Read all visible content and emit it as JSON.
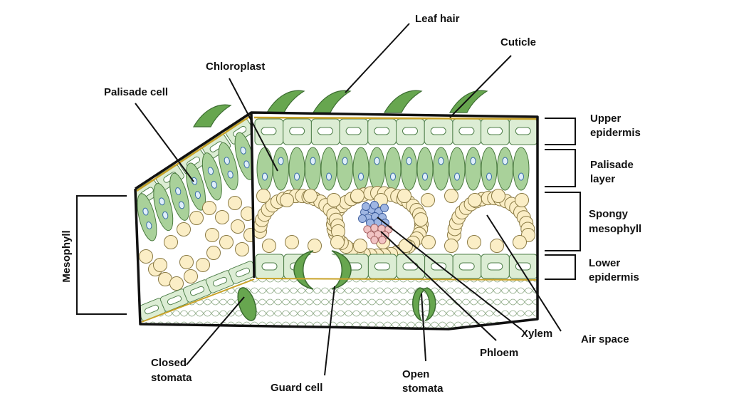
{
  "labels": {
    "leaf_hair": "Leaf hair",
    "cuticle": "Cuticle",
    "chloroplast": "Chloroplast",
    "palisade_cell": "Palisade cell",
    "upper_epidermis": [
      "Upper",
      "epidermis"
    ],
    "palisade_layer": [
      "Palisade",
      "layer"
    ],
    "spongy_mesophyll": [
      "Spongy",
      "mesophyll"
    ],
    "lower_epidermis": [
      "Lower",
      "epidermis"
    ],
    "mesophyll": "Mesophyll",
    "xylem": "Xylem",
    "air_space": "Air space",
    "phloem": "Phloem",
    "closed_stomata": [
      "Closed",
      "stomata"
    ],
    "guard_cell": "Guard cell",
    "open_stomata": [
      "Open",
      "stomata"
    ]
  },
  "colors": {
    "epidermis_fill": "#dcedd4",
    "epidermis_stroke": "#4f7f4a",
    "palisade_fill": "#a9d19a",
    "spongy_fill": "#fbeec6",
    "xylem_fill": "#9fb6e3",
    "phloem_fill": "#f1c3c3",
    "guard_cell_fill": "#67a64f",
    "cuticle": "#c9a227",
    "outline": "#111111"
  }
}
